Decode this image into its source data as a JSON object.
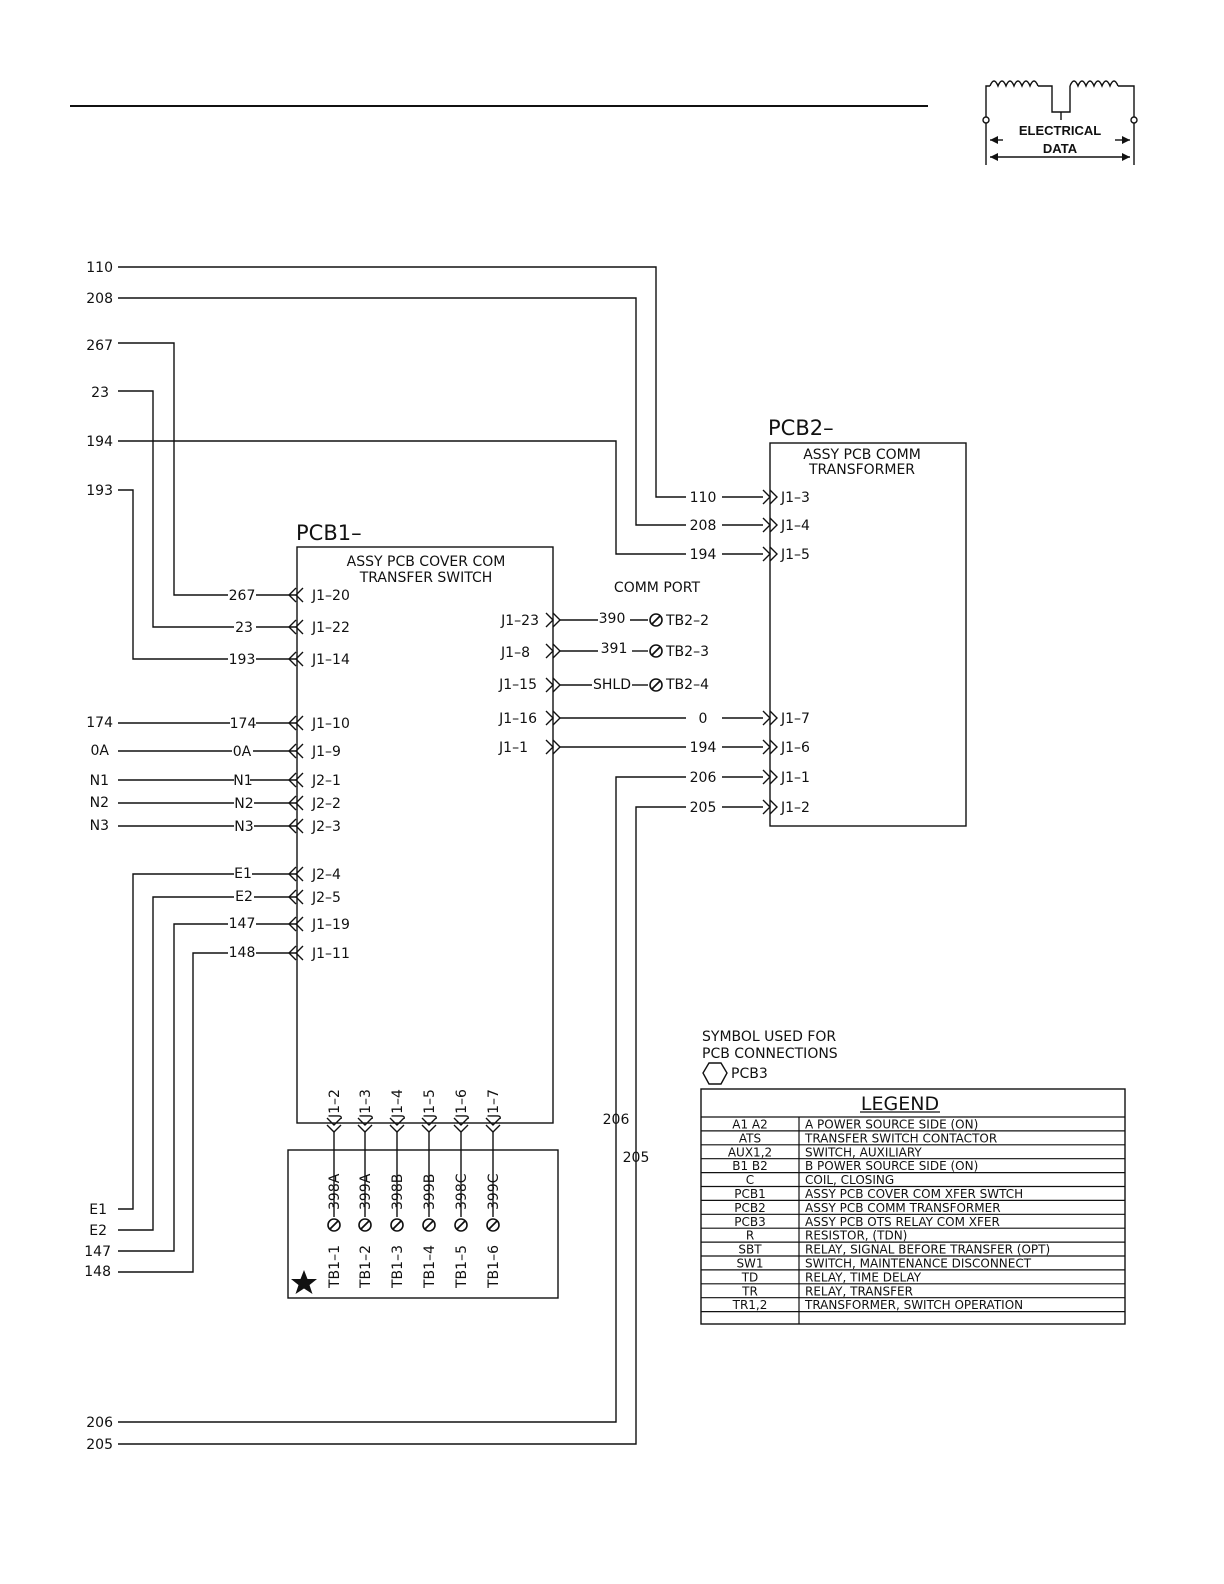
{
  "header": {
    "badge_line1": "ELECTRICAL",
    "badge_line2": "DATA"
  },
  "pcb1": {
    "title": "PCB1–",
    "line1": "ASSY PCB COVER COM",
    "line2": "TRANSFER SWITCH"
  },
  "pcb2": {
    "title": "PCB2–",
    "line1": "ASSY PCB COMM",
    "line2": "TRANSFORMER"
  },
  "comm_port": "COMM PORT",
  "left_wires": {
    "w110": "110",
    "w208": "208",
    "w267": "267",
    "w23": "23",
    "w194": "194",
    "w193": "193",
    "w174": "174",
    "w0a": "0A",
    "wn1": "N1",
    "wn2": "N2",
    "wn3": "N3",
    "we1": "E1",
    "we2": "E2",
    "w147": "147",
    "w148": "148",
    "w206": "206",
    "w205": "205"
  },
  "pcb1_wire_labels": {
    "w267": "267",
    "w23": "23",
    "w193": "193",
    "w174": "174",
    "w0a": "0A",
    "wn1": "N1",
    "wn2": "N2",
    "wn3": "N3",
    "we1": "E1",
    "we2": "E2",
    "w147": "147",
    "w148": "148"
  },
  "pcb1_left_pins": {
    "p1": "J1–20",
    "p2": "J1–22",
    "p3": "J1–14",
    "p4": "J1–10",
    "p5": "J1–9",
    "p6": "J2–1",
    "p7": "J2–2",
    "p8": "J2–3",
    "p9": "J2–4",
    "p10": "J2–5",
    "p11": "J1–19",
    "p12": "J1–11"
  },
  "pcb1_right_pins": {
    "p1": "J1–23",
    "p2": "J1–8",
    "p3": "J1–15",
    "p4": "J1–16",
    "p5": "J1–1"
  },
  "comm_wires": {
    "w390": "390",
    "w391": "391",
    "shld": "SHLD",
    "tb1": "TB2–2",
    "tb2": "TB2–3",
    "tb3": "TB2–4"
  },
  "pcb2_wire_labels": {
    "w110": "110",
    "w208": "208",
    "w194a": "194",
    "w0": "0",
    "w194b": "194",
    "w206": "206",
    "w205": "205"
  },
  "pcb2_pins": {
    "p1": "J1–3",
    "p2": "J1–4",
    "p3": "J1–5",
    "p4": "J1–7",
    "p5": "J1–6",
    "p6": "J1–1",
    "p7": "J1–2"
  },
  "vertical_labels": {
    "v206": "206",
    "v205": "205"
  },
  "bottom_pins": [
    "J1–2",
    "J1–3",
    "J1–4",
    "J1–5",
    "J1–6",
    "J1–7"
  ],
  "bottom_wires": [
    "398A",
    "399A",
    "398B",
    "399B",
    "398C",
    "399C"
  ],
  "terminal_block": [
    "TB1–1",
    "TB1–2",
    "TB1–3",
    "TB1–4",
    "TB1–5",
    "TB1–6"
  ],
  "symbol_note": {
    "line1": "SYMBOL USED FOR",
    "line2": "PCB CONNECTIONS",
    "example": "PCB3"
  },
  "legend": {
    "title": "LEGEND",
    "rows": [
      {
        "code": "A1  A2",
        "desc": "A  POWER  SOURCE  SIDE  (ON)"
      },
      {
        "code": "ATS",
        "desc": "TRANSFER  SWITCH  CONTACTOR"
      },
      {
        "code": "AUX1,2",
        "desc": "SWITCH,  AUXILIARY"
      },
      {
        "code": "B1  B2",
        "desc": "B  POWER  SOURCE  SIDE  (ON)"
      },
      {
        "code": "C",
        "desc": "COIL,  CLOSING"
      },
      {
        "code": "PCB1",
        "desc": "ASSY  PCB  COVER  COM  XFER  SWTCH"
      },
      {
        "code": "PCB2",
        "desc": "ASSY  PCB  COMM  TRANSFORMER"
      },
      {
        "code": "PCB3",
        "desc": "ASSY  PCB  OTS  RELAY  COM  XFER"
      },
      {
        "code": "R",
        "desc": "RESISTOR,  (TDN)"
      },
      {
        "code": "SBT",
        "desc": "RELAY,  SIGNAL  BEFORE  TRANSFER  (OPT)"
      },
      {
        "code": "SW1",
        "desc": "SWITCH,  MAINTENANCE  DISCONNECT"
      },
      {
        "code": "TD",
        "desc": "RELAY,  TIME  DELAY"
      },
      {
        "code": "TR",
        "desc": "RELAY,  TRANSFER"
      },
      {
        "code": "TR1,2",
        "desc": "TRANSFORMER,  SWITCH  OPERATION"
      },
      {
        "code": "",
        "desc": ""
      }
    ]
  }
}
